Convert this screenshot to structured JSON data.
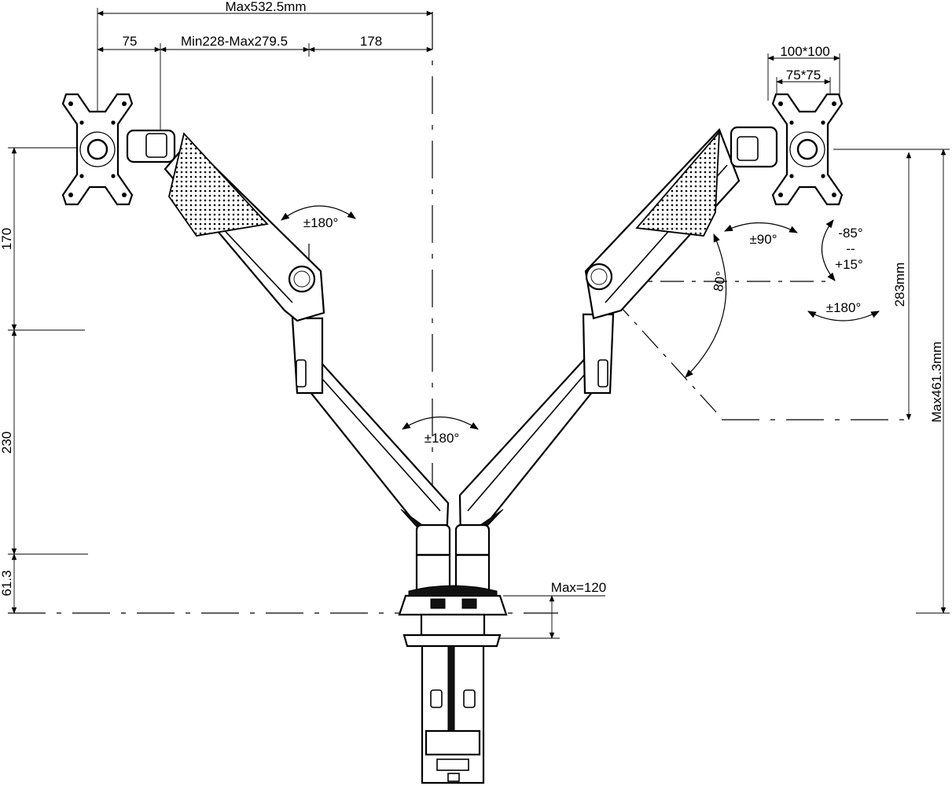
{
  "dimensions": {
    "total_reach": "Max532.5mm",
    "segment_left": "75",
    "segment_middle": "Min228-Max279.5",
    "segment_right": "178",
    "vesa_large": "100*100",
    "vesa_small": "75*75",
    "height_upper": "170",
    "height_middle": "230",
    "height_lower": "61.3",
    "height_max": "Max461.3mm",
    "arm_height": "283mm",
    "desk_thickness": "Max=120"
  },
  "angles": {
    "left_head_swivel": "±180°",
    "center_base_swivel": "±180°",
    "right_rotation": "±90°",
    "tilt_up": "-85°",
    "tilt_separator": "--",
    "tilt_down": "+15°",
    "right_head_swivel": "±180°",
    "arm_angle": "80°"
  }
}
